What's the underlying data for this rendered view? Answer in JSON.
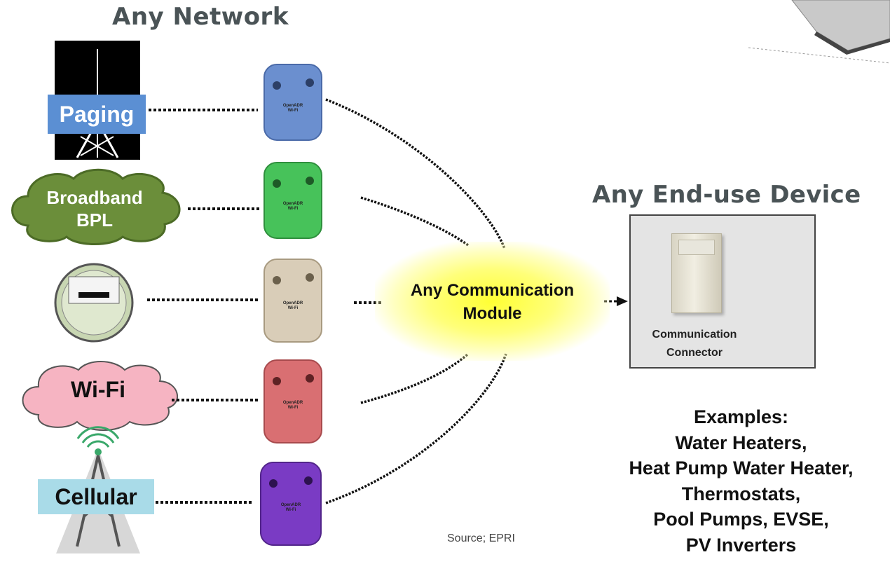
{
  "titles": {
    "network": "Any Network",
    "end_use": "Any End-use Device"
  },
  "networks": {
    "paging": "Paging",
    "broadband_line1": "Broadband",
    "broadband_line2": "BPL",
    "wifi": "Wi-Fi",
    "cellular": "Cellular"
  },
  "modules": {
    "label_line1": "OpenADR",
    "label_line2": "Wi-Fi"
  },
  "center": {
    "line1": "Any Communication",
    "line2": "Module"
  },
  "device": {
    "connector_line1": "Communication",
    "connector_line2": "Connector"
  },
  "examples": {
    "heading": "Examples:",
    "items": [
      "Water Heaters,",
      "Heat Pump Water Heater,",
      "Thermostats,",
      "Pool Pumps, EVSE,",
      "PV Inverters"
    ]
  },
  "source": "Source; EPRI",
  "colors": {
    "module_blue": "#6b8fcf",
    "module_green": "#47c25a",
    "module_beige": "#d9cdb8",
    "module_red": "#d96f72",
    "module_purple": "#7a3bc4",
    "paging_box": "#5b8fd3",
    "cellular_box": "#a9dbe8",
    "broadband_cloud": "#6b8e3a",
    "wifi_cloud": "#f6b4c2",
    "glow": "#ffff33"
  }
}
